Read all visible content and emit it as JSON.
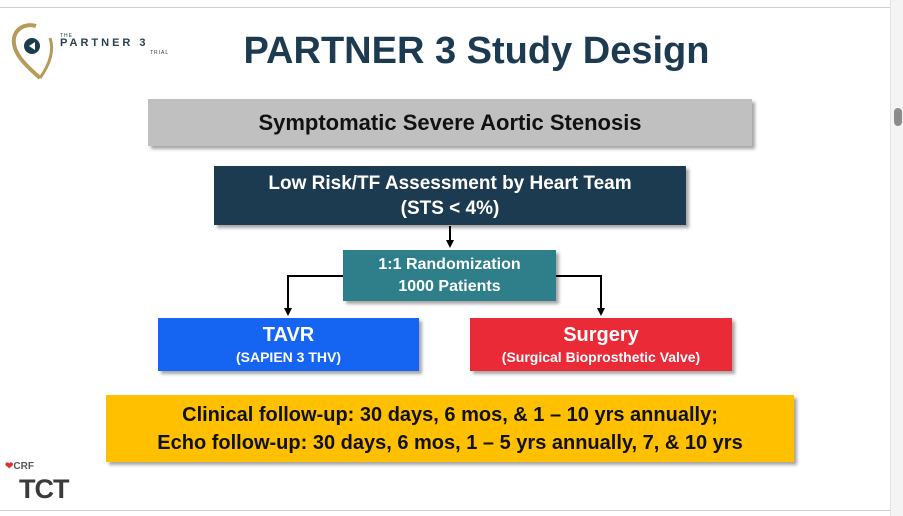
{
  "logo": {
    "the": "THE",
    "name": "PARTNER 3",
    "trial": "TRIAL"
  },
  "title": "PARTNER 3 Study Design",
  "population": "Symptomatic Severe Aortic Stenosis",
  "assessment": {
    "line1": "Low Risk/TF Assessment by Heart Team",
    "line2": "(STS < 4%)"
  },
  "randomization": {
    "line1": "1:1 Randomization",
    "line2": "1000 Patients"
  },
  "arms": {
    "tavr": {
      "name": "TAVR",
      "detail": "(SAPIEN 3 THV)"
    },
    "surgery": {
      "name": "Surgery",
      "detail": "(Surgical Bioprosthetic Valve)"
    }
  },
  "followup": {
    "clinical": "Clinical follow-up: 30 days, 6 mos, & 1 – 10 yrs annually;",
    "echo": "Echo follow-up: 30 days, 6 mos, 1 – 5 yrs annually, 7, & 10 yrs"
  },
  "footer": {
    "crf": "CRF",
    "tct": "TCT"
  },
  "colors": {
    "navy": "#1d3b50",
    "teal": "#2f7f8b",
    "tavr_blue": "#1565f2",
    "surgery_red": "#ea2a37",
    "followup_gold": "#ffc000",
    "population_gray": "#c0c0c0"
  }
}
